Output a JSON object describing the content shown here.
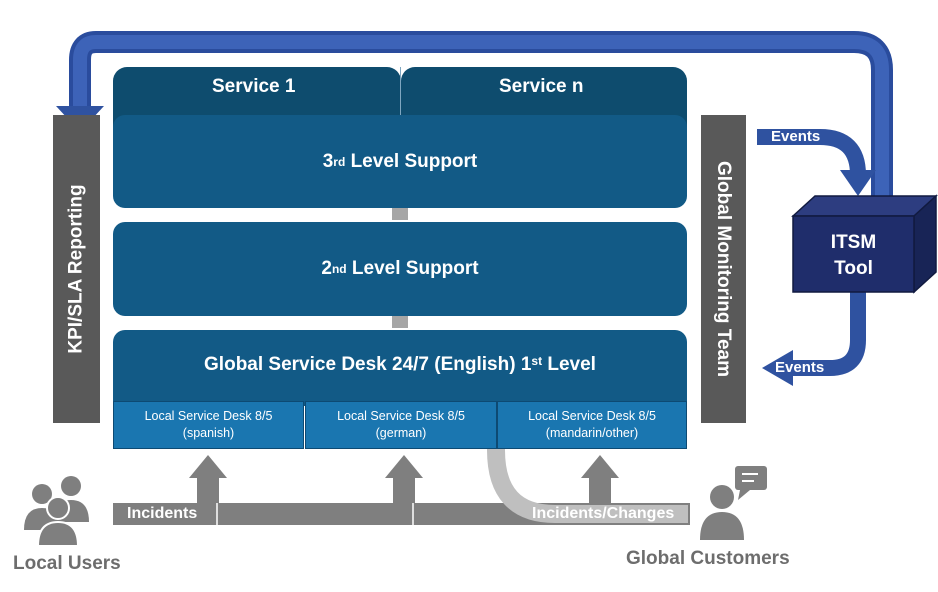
{
  "services": {
    "first": "Service 1",
    "last": "Service n"
  },
  "tiers": {
    "third": {
      "ordinal": "3",
      "sup": "rd",
      "text": "Level Support"
    },
    "second": {
      "ordinal": "2",
      "sup": "nd",
      "text": "Level Support"
    },
    "first": {
      "prefix": "Global Service Desk 24/7 (English) 1",
      "sup": "st",
      "text": "Level"
    }
  },
  "local_desks": [
    {
      "name": "Local Service Desk 8/5",
      "language": "(spanish)"
    },
    {
      "name": "Local Service Desk 8/5",
      "language": "(german)"
    },
    {
      "name": "Local Service Desk 8/5",
      "language": "(mandarin/other)"
    }
  ],
  "side_bars": {
    "left": "KPI/SLA Reporting",
    "right": "Global Monitoring Team"
  },
  "itsm_tool": {
    "line1": "ITSM",
    "line2": "Tool"
  },
  "events": {
    "top": "Events",
    "bottom": "Events"
  },
  "flows": {
    "incidents": "Incidents",
    "incidents_changes": "Incidents/Changes"
  },
  "actors": {
    "local": "Local Users",
    "global": "Global Customers"
  },
  "colors": {
    "dark_blue": "#0e4c6e",
    "tier_blue": "#125a86",
    "local_blue": "#1a76b0",
    "arrow_blue": "#2f52a0",
    "gray_bar": "#595959",
    "itsm": "#1f2d6b"
  }
}
